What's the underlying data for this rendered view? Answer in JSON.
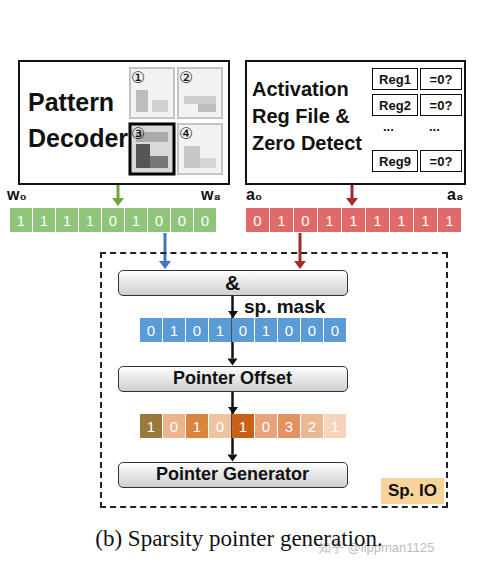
{
  "diagram": {
    "caption": "(b) Sparsity pointer generation.",
    "nodes": [
      {
        "text": [
          "Pattern Decoder"
        ]
      },
      {
        "text": [
          "Activation Reg File & Zero Detect"
        ]
      },
      {
        "text": [
          "Reg1"
        ],
        "in": 1
      },
      {
        "text": [
          "=0?"
        ],
        "in": 1
      },
      {
        "text": [
          "Reg2"
        ],
        "in": 1
      },
      {
        "text": [
          "=0?"
        ],
        "in": 1
      },
      {
        "text": [
          "Reg9"
        ],
        "in": 1
      },
      {
        "text": [
          "=0?"
        ],
        "in": 1
      },
      {
        "text": [
          "Sp. IO"
        ]
      },
      {
        "text": [
          "&"
        ],
        "in": 8
      },
      {
        "text": [
          "Pointer Offset"
        ],
        "in": 8
      },
      {
        "text": [
          "Pointer Generator"
        ],
        "in": 8
      }
    ],
    "edges": [
      {
        "from": 9,
        "to": 10,
        "arrow": "to"
      },
      {
        "from": 10,
        "to": 11,
        "arrow": "to"
      }
    ],
    "labels": [
      "①",
      "②",
      "③",
      "④",
      "...",
      "...",
      "w₀",
      "w₈",
      "a₀",
      "a₈",
      "1",
      "1",
      "1",
      "1",
      "0",
      "1",
      "0",
      "0",
      "0",
      "0",
      "1",
      "0",
      "1",
      "1",
      "1",
      "1",
      "1",
      "1",
      "sp. mask",
      "0",
      "1",
      "0",
      "1",
      "0",
      "1",
      "0",
      "0",
      "0",
      "1",
      "0",
      "1",
      "0",
      "1",
      "0",
      "3",
      "2",
      "1",
      "知乎 @lippman1125"
    ]
  }
}
